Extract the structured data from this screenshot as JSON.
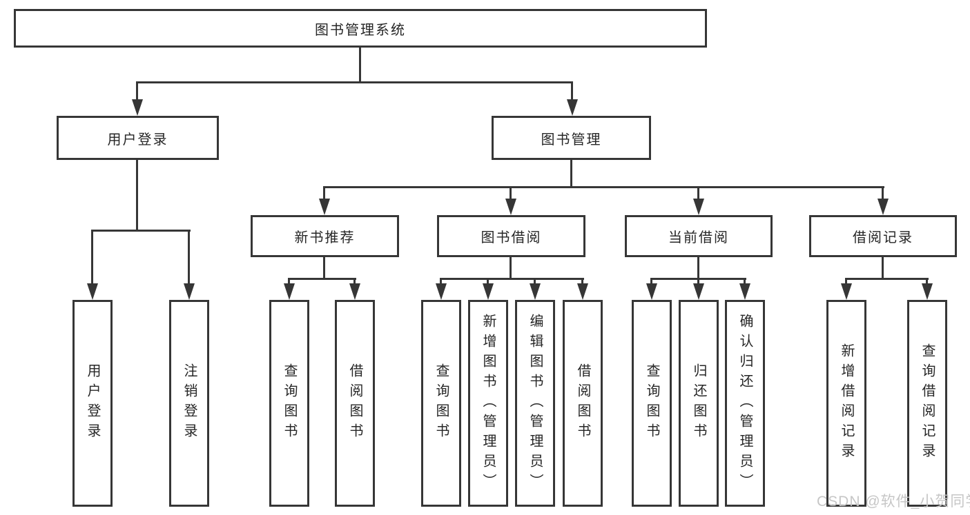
{
  "diagram_title": "图书管理系统",
  "watermark": "CSDN @软件_小贺同学",
  "colors": {
    "line": "#363636",
    "text": "#262626",
    "background": "#ffffff",
    "watermark": "#c6c6c6"
  },
  "nodes": {
    "root": "图书管理系统",
    "user_login": "用户登录",
    "book_mgmt": "图书管理",
    "new_book_rec": "新书推荐",
    "book_borrow": "图书借阅",
    "current_borrow": "当前借阅",
    "borrow_records": "借阅记录",
    "leaf_user_login": "用户登录",
    "leaf_logout": "注销登录",
    "leaf_nbr_query": "查询图书",
    "leaf_nbr_borrow": "借阅图书",
    "leaf_bb_query": "查询图书",
    "leaf_bb_add": "新增图书（管理员）",
    "leaf_bb_edit": "编辑图书（管理员）",
    "leaf_bb_borrow": "借阅图书",
    "leaf_cb_query": "查询图书",
    "leaf_cb_return": "归还图书",
    "leaf_cb_confirm": "确认归还（管理员）",
    "leaf_br_add": "新增借阅记录",
    "leaf_br_query": "查询借阅记录"
  },
  "hierarchy": {
    "图书管理系统": {
      "用户登录": [
        "用户登录",
        "注销登录"
      ],
      "图书管理": {
        "新书推荐": [
          "查询图书",
          "借阅图书"
        ],
        "图书借阅": [
          "查询图书",
          "新增图书（管理员）",
          "编辑图书（管理员）",
          "借阅图书"
        ],
        "当前借阅": [
          "查询图书",
          "归还图书",
          "确认归还（管理员）"
        ],
        "借阅记录": [
          "新增借阅记录",
          "查询借阅记录"
        ]
      }
    }
  }
}
